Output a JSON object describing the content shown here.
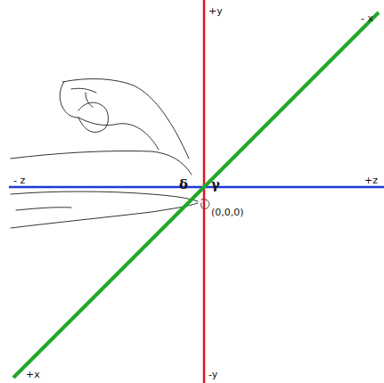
{
  "diagram": {
    "labels": [
      "+y",
      "- z",
      "δ",
      "γ",
      "+z",
      "(0,0,0)",
      "- x",
      "+x",
      "-y"
    ]
  }
}
